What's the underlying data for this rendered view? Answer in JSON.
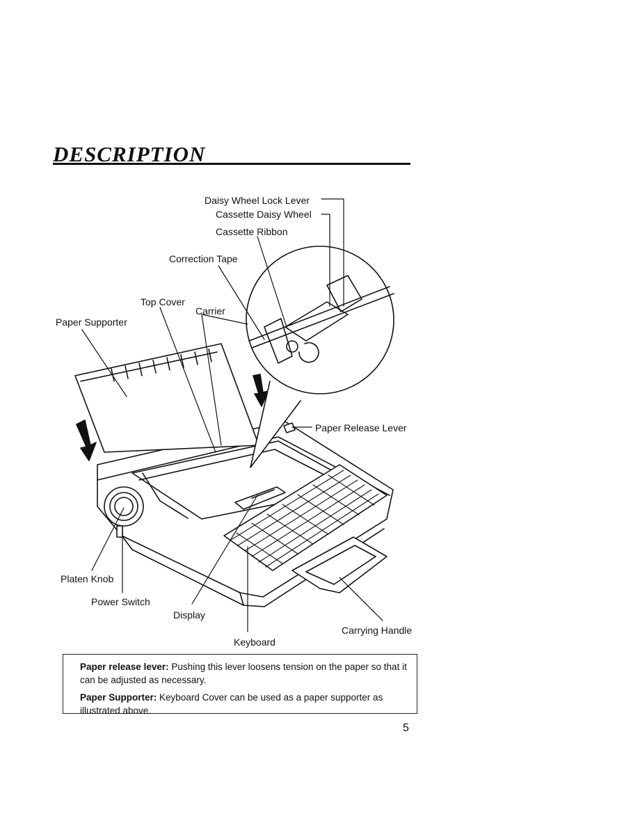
{
  "heading": "DESCRIPTION",
  "labels": {
    "daisy_wheel_lock_lever": "Daisy Wheel Lock Lever",
    "cassette_daisy_wheel": "Cassette Daisy Wheel",
    "cassette_ribbon": "Cassette Ribbon",
    "correction_tape": "Correction Tape",
    "top_cover": "Top Cover",
    "carrier": "Carrier",
    "paper_supporter": "Paper Supporter",
    "paper_release_lever": "Paper Release Lever",
    "platen_knob": "Platen Knob",
    "power_switch": "Power Switch",
    "display": "Display",
    "keyboard": "Keyboard",
    "carrying_handle": "Carrying Handle"
  },
  "notes": [
    {
      "term": "Paper release lever:",
      "text": "Pushing this lever loosens tension on the paper so that it can be adjusted as necessary."
    },
    {
      "term": "Paper Supporter:",
      "text": "Keyboard Cover can be used as a paper supporter as illustrated above."
    }
  ],
  "page_number": "5"
}
